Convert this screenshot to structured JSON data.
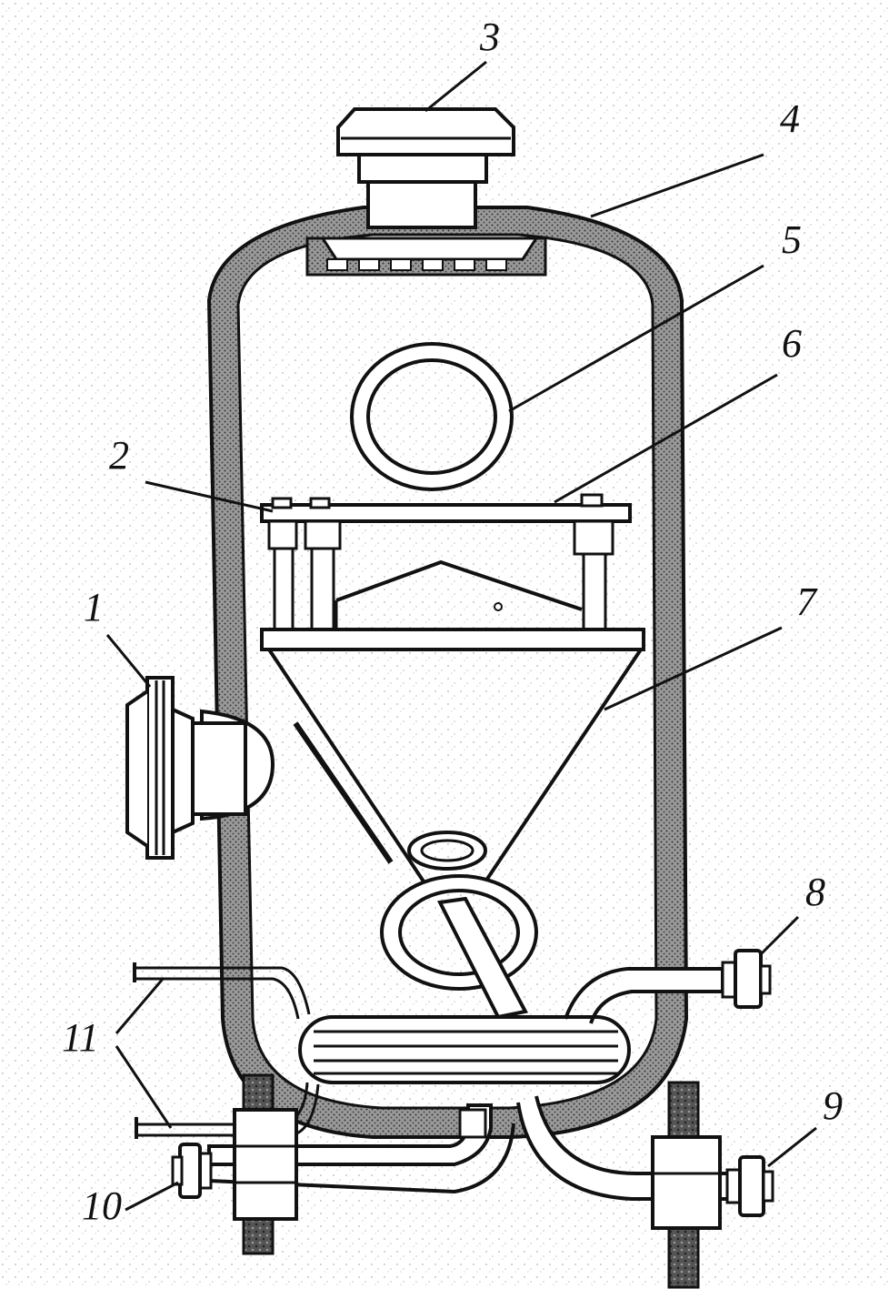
{
  "diagram": {
    "labels": [
      "1",
      "2",
      "3",
      "4",
      "5",
      "6",
      "7",
      "8",
      "9",
      "10",
      "11"
    ],
    "colors": {
      "ink": "#111111",
      "insulation": "#8a8a8a",
      "background": "#ffffff",
      "speckle": "#d7d7d7"
    }
  }
}
